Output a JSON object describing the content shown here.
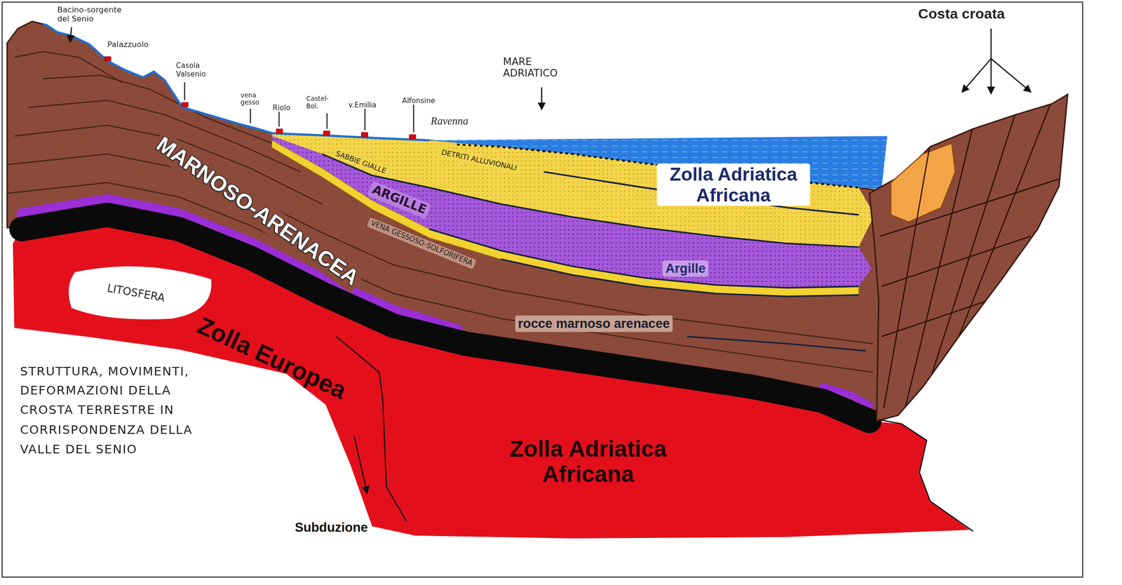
{
  "diagram": {
    "title": "STRUTTURA, MOVIMENTI, DEFORMAZIONI DELLA CROSTA TERRESTRE IN CORRISPONDENZA DELLA VALLE DEL SENIO",
    "labels": [
      "Bacino-sorgente del Senio",
      "Palazzuolo",
      "Casola Valsenio",
      "vena gesso",
      "Riolo",
      "Castel-Bol.",
      "v.Emilia",
      "Alfonsine",
      "Ravenna",
      "MARE ADRIATICO",
      "Costa croata",
      "MARNOSO-ARENACEA",
      "DETRITI ALLUVIONALI",
      "SABBIE GIALLE",
      "ARGILLE",
      "VENA GESSOSO-SOLFORIFERA",
      "Zolla Adriatica Africana",
      "Argille",
      "rocce marnoso arenacee",
      "LITOSFERA",
      "Zolla Europea",
      "Zolla Adriatica Africana",
      "Subduzione"
    ]
  }
}
